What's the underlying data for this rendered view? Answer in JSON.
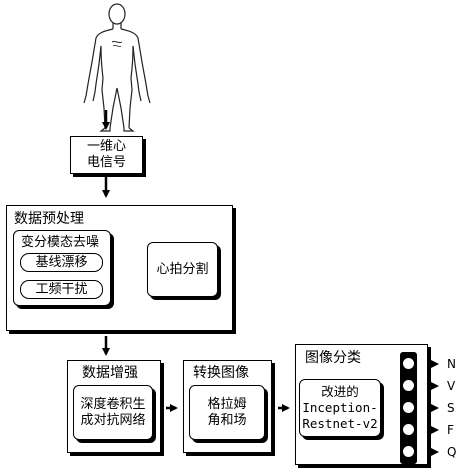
{
  "diagram": {
    "input": {
      "line1": "一维心",
      "line2": "电信号"
    },
    "preprocess": {
      "title": "数据预处理",
      "vmd": {
        "title": "变分模态去噪",
        "item1": "基线漂移",
        "item2": "工频干扰"
      },
      "segment": "心拍分割"
    },
    "augment": {
      "title": "数据增强",
      "line1": "深度卷积生",
      "line2": "成对抗网络"
    },
    "convert": {
      "title": "转换图像",
      "line1": "格拉姆",
      "line2": "角和场"
    },
    "classify": {
      "title": "图像分类",
      "line1": "改进的",
      "line2": "Inception-",
      "line3": "Restnet-v2",
      "outputs": [
        "N",
        "V",
        "S",
        "F",
        "Q"
      ]
    }
  }
}
